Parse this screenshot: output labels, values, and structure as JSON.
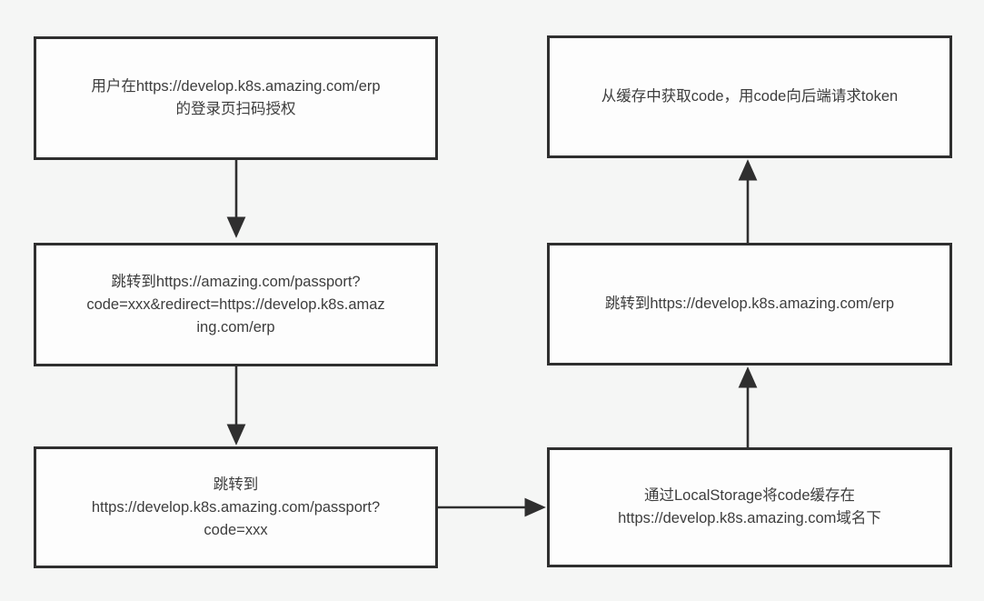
{
  "diagram": {
    "type": "flowchart",
    "background_color": "#f5f6f5",
    "node_fill_color": "#fdfdfd",
    "node_border_color": "#2f2f2f",
    "text_color": "#3d3d3d",
    "arrow_color": "#2f2f2f",
    "nodes": [
      {
        "id": "user-scan-auth",
        "label": "用户在https://develop.k8s.amazing.com/erp\n的登录页扫码授权"
      },
      {
        "id": "redirect-passport",
        "label": "跳转到https://amazing.com/passport?\ncode=xxx&redirect=https://develop.k8s.amaz\ning.com/erp"
      },
      {
        "id": "redirect-dev-passport",
        "label": "跳转到\nhttps://develop.k8s.amazing.com/passport?\ncode=xxx"
      },
      {
        "id": "localstorage-cache",
        "label": "通过LocalStorage将code缓存在\nhttps://develop.k8s.amazing.com域名下"
      },
      {
        "id": "redirect-erp",
        "label": "跳转到https://develop.k8s.amazing.com/erp"
      },
      {
        "id": "get-code-request-token",
        "label": "从缓存中获取code，用code向后端请求token"
      }
    ],
    "edges": [
      {
        "from": "user-scan-auth",
        "to": "redirect-passport",
        "direction": "down"
      },
      {
        "from": "redirect-passport",
        "to": "redirect-dev-passport",
        "direction": "down"
      },
      {
        "from": "redirect-dev-passport",
        "to": "localstorage-cache",
        "direction": "right"
      },
      {
        "from": "localstorage-cache",
        "to": "redirect-erp",
        "direction": "up"
      },
      {
        "from": "redirect-erp",
        "to": "get-code-request-token",
        "direction": "up"
      }
    ]
  }
}
